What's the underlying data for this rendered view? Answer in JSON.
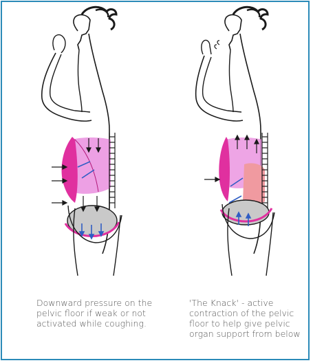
{
  "colors": {
    "border": "#2b8ab8",
    "magenta": "#e0309f",
    "pink": "#ea8fdf",
    "salmon": "#f09aa0",
    "arrow_blue": "#2f5dc4",
    "outline": "#1a1a1a",
    "caption_text": "#555555"
  },
  "panels": [
    {
      "illustration": "woman-coughing-pelvic-floor-weak",
      "caption": "Downward pressure on the pelvic floor if weak or not activated while coughing."
    },
    {
      "illustration": "woman-coughing-the-knack",
      "caption": "'The Knack' - active contraction of the pelvic floor to help give pelvic organ support from below"
    }
  ]
}
